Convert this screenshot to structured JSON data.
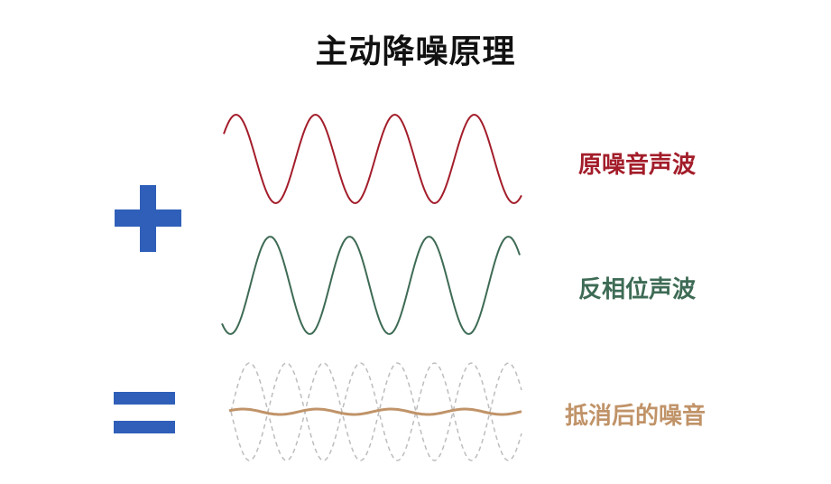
{
  "title": "主动降噪原理",
  "labels": {
    "original": "原噪音声波",
    "anti_phase": "反相位声波",
    "result": "抵消后的噪音"
  },
  "operators": {
    "plus": "plus-sign",
    "equals": "equals-sign"
  },
  "colors": {
    "original": "#a31d2a",
    "anti_phase": "#3e6b55",
    "result": "#c09368",
    "ghost": "#bdbdbd",
    "operator": "#2f5fb8",
    "title": "#111111"
  }
}
